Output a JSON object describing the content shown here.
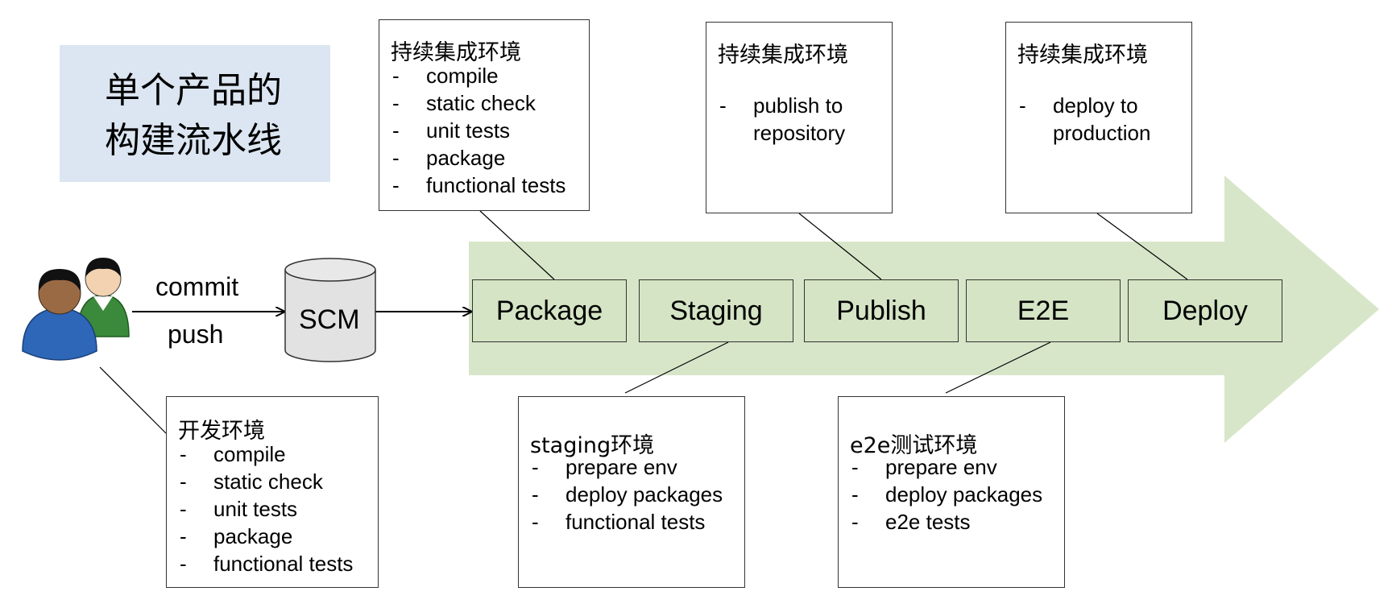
{
  "title": {
    "line1": "单个产品的",
    "line2": "构建流水线"
  },
  "flow": {
    "commit": "commit",
    "push": "push",
    "scm": "SCM"
  },
  "stages": [
    {
      "label": "Package"
    },
    {
      "label": "Staging"
    },
    {
      "label": "Publish"
    },
    {
      "label": "E2E"
    },
    {
      "label": "Deploy"
    }
  ],
  "notes": {
    "dev": {
      "title": "开发环境",
      "items": [
        "compile",
        "static check",
        "unit tests",
        "package",
        "functional tests"
      ]
    },
    "ci_package": {
      "title": "持续集成环境",
      "items": [
        "compile",
        "static check",
        "unit tests",
        "package",
        "functional tests"
      ]
    },
    "ci_publish": {
      "title": "持续集成环境",
      "items": [
        "publish to",
        "repository"
      ]
    },
    "ci_deploy": {
      "title": "持续集成环境",
      "items": [
        "deploy to",
        "production"
      ]
    },
    "staging": {
      "title": "staging环境",
      "items": [
        "prepare env",
        "deploy packages",
        "functional tests"
      ]
    },
    "e2e": {
      "title": "e2e测试环境",
      "items": [
        "prepare env",
        "deploy packages",
        "e2e tests"
      ]
    }
  },
  "colors": {
    "arrow": "#d7e6c8",
    "stage_fill": "#d4e4c4",
    "title_bg": "#dce6f2",
    "line": "#000000"
  },
  "icons": {
    "developers": "people-icon",
    "database": "database-icon"
  }
}
